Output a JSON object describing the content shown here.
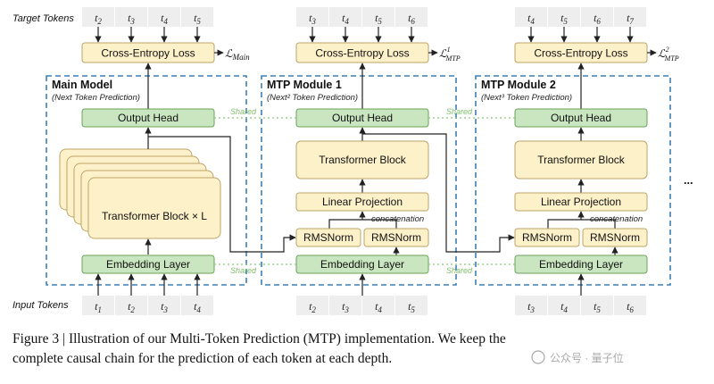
{
  "labels": {
    "target_tokens": "Target Tokens",
    "input_tokens": "Input Tokens",
    "ellipsis": "...",
    "shared": "Shared"
  },
  "main_model": {
    "title": "Main Model",
    "subtitle": "(Next Token Prediction)",
    "loss": "Cross-Entropy Loss",
    "loss_name": "ℒ",
    "loss_sub": "Main",
    "output_head": "Output Head",
    "block": "Transformer Block × L",
    "embedding": "Embedding Layer",
    "targets": [
      "t2",
      "t3",
      "t4",
      "t5"
    ],
    "inputs": [
      "t1",
      "t2",
      "t3",
      "t4"
    ]
  },
  "mtp1": {
    "title": "MTP Module 1",
    "subtitle": "(Next² Token Prediction)",
    "loss": "Cross-Entropy Loss",
    "loss_name": "ℒ",
    "loss_sup": "1",
    "loss_sub": "MTP",
    "output_head": "Output Head",
    "block": "Transformer Block",
    "projection": "Linear Projection",
    "concat": "concatenation",
    "rms_left": "RMSNorm",
    "rms_right": "RMSNorm",
    "embedding": "Embedding Layer",
    "targets": [
      "t3",
      "t4",
      "t5",
      "t6"
    ],
    "inputs": [
      "t2",
      "t3",
      "t4",
      "t5"
    ]
  },
  "mtp2": {
    "title": "MTP Module 2",
    "subtitle": "(Next³ Token Prediction)",
    "loss": "Cross-Entropy Loss",
    "loss_name": "ℒ",
    "loss_sup": "2",
    "loss_sub": "MTP",
    "output_head": "Output Head",
    "block": "Transformer Block",
    "projection": "Linear Projection",
    "concat": "concatenation",
    "rms_left": "RMSNorm",
    "rms_right": "RMSNorm",
    "embedding": "Embedding Layer",
    "targets": [
      "t4",
      "t5",
      "t6",
      "t7"
    ],
    "inputs": [
      "t3",
      "t4",
      "t5",
      "t6"
    ]
  },
  "caption": {
    "line1": "Figure 3 | Illustration of our Multi-Token Prediction (MTP) implementation.  We keep the",
    "line2": "complete causal chain for the prediction of each token at each depth."
  },
  "watermark": "公众号 · 量子位",
  "colors": {
    "green_fill": "#c9e6c0",
    "green_stroke": "#6aa35a",
    "yellow_fill": "#fdf1c9",
    "yellow_stroke": "#bda467",
    "token_fill": "#eeeeee",
    "dash_blue": "#3c7fb8",
    "shared_green": "#8cc77a"
  }
}
